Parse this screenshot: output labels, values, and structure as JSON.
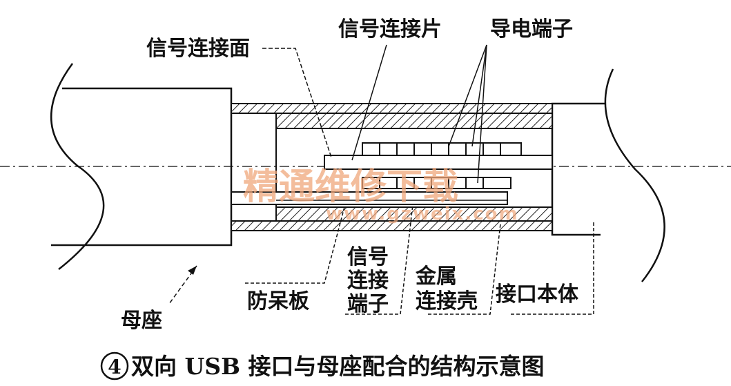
{
  "labels": {
    "signal_surface": "信号连接面",
    "signal_plate": "信号连接片",
    "conductive_terminal": "导电端子",
    "signal_terminal_1": "信号",
    "signal_terminal_2": "连接",
    "signal_terminal_3": "端子",
    "metal_shell_1": "金属",
    "metal_shell_2": "连接壳",
    "anti_misplug_plate": "防呆板",
    "interface_body": "接口本体",
    "female_socket": "母座"
  },
  "caption": {
    "number": "4",
    "text": "双向 USB 接口与母座配合的结构示意图"
  },
  "watermark": {
    "text": "精通维修下载",
    "url": "www.gzweix.com"
  }
}
